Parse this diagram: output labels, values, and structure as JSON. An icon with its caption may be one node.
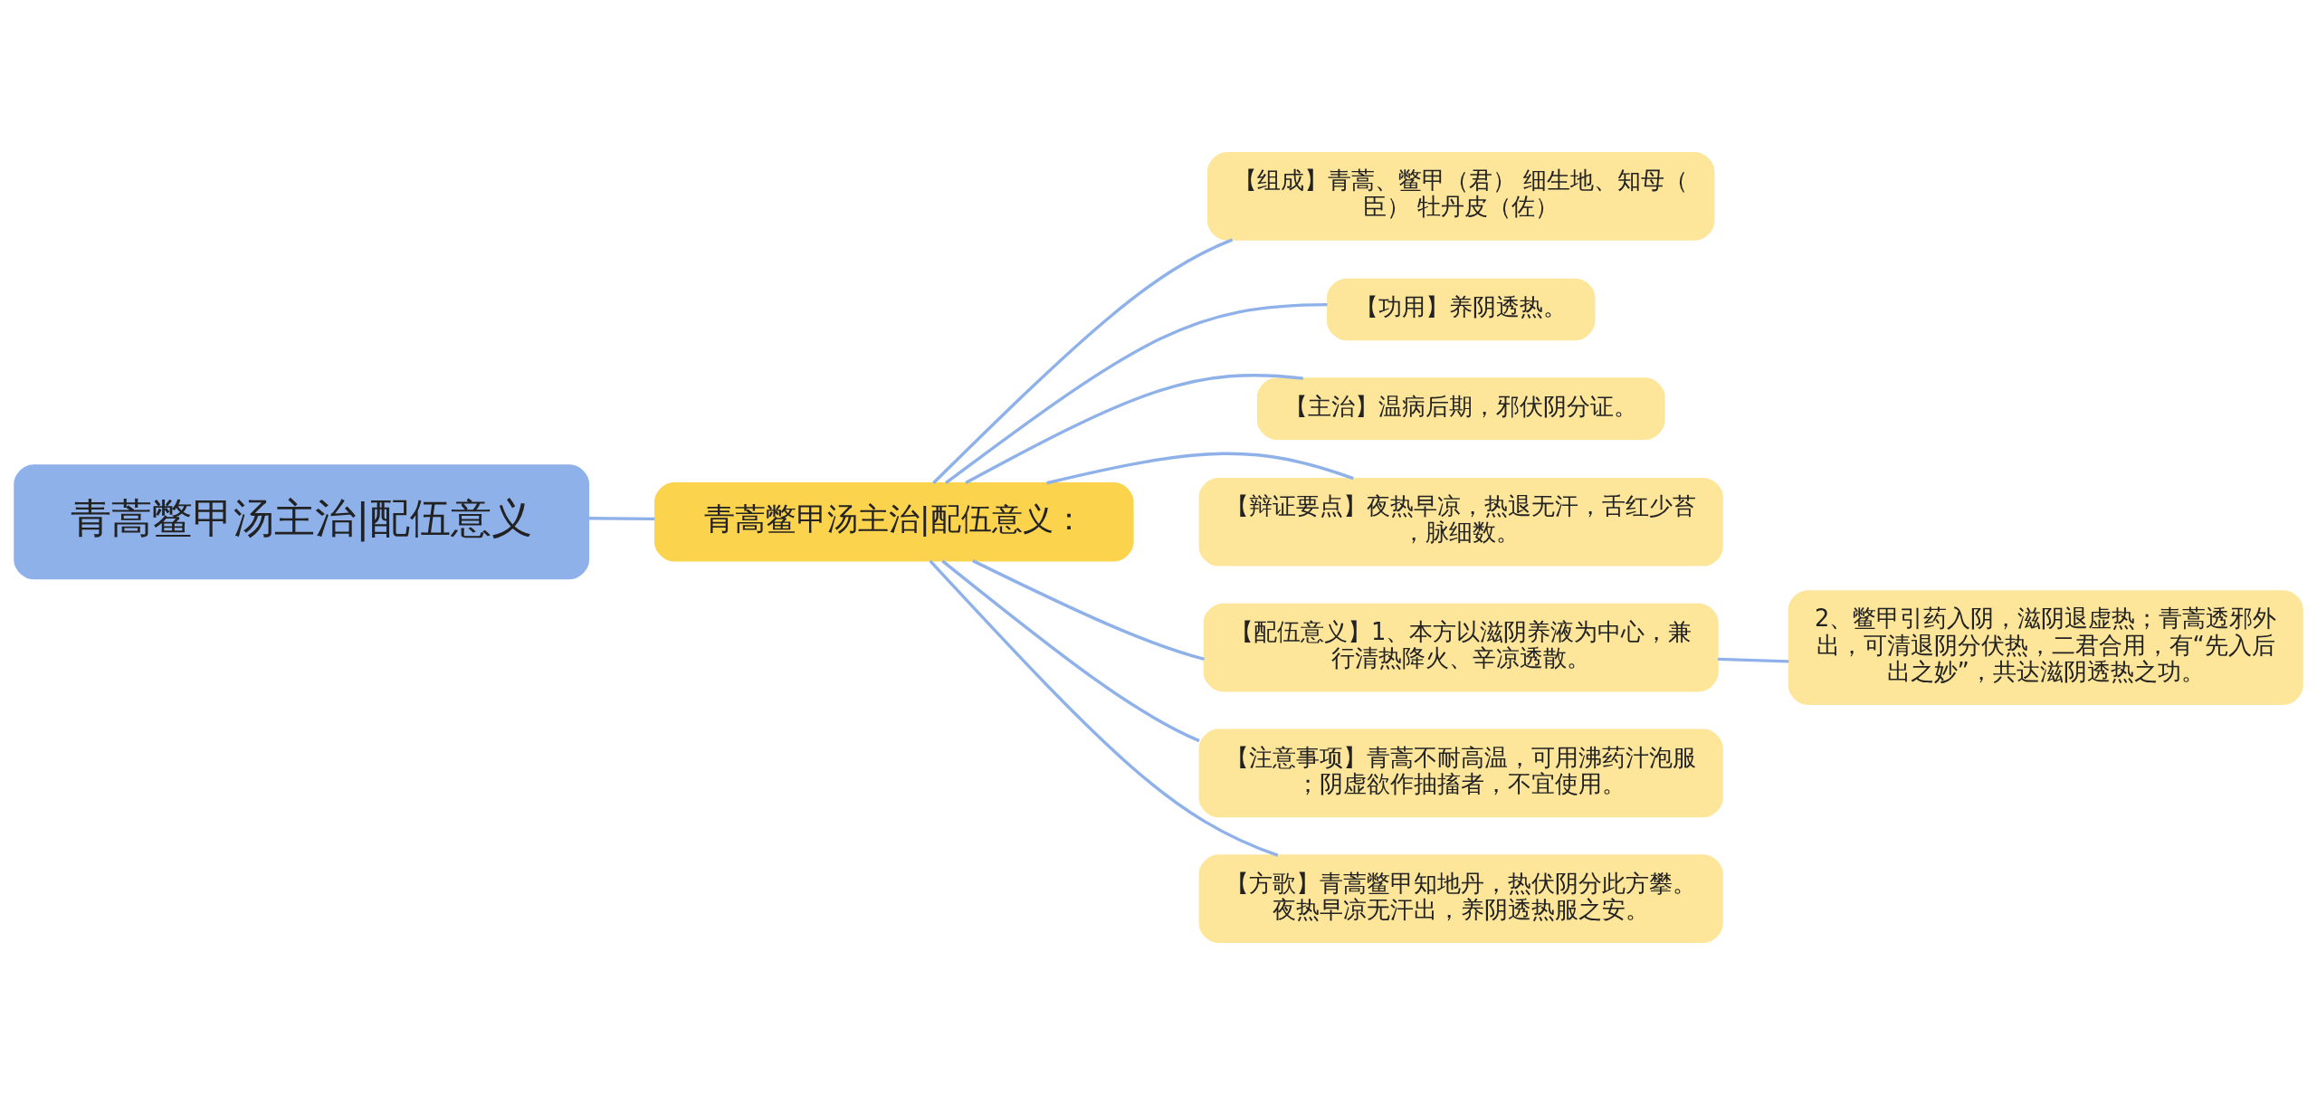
{
  "diagram": {
    "nodes": [
      {
        "text": [
          "青蒿鳖甲汤主治|配伍意义"
        ]
      },
      {
        "text": [
          "青蒿鳖甲汤主治|配伍意义："
        ]
      },
      {
        "text": [
          "【组成】青蒿、鳖甲（君） 细生地、知母（臣） 牡丹皮（佐）"
        ]
      },
      {
        "text": [
          "【功用】养阴透热。"
        ]
      },
      {
        "text": [
          "【主治】温病后期，邪伏阴分证。"
        ]
      },
      {
        "text": [
          "【辩证要点】夜热早凉，热退无汗，舌红少苔，脉细数。"
        ]
      },
      {
        "text": [
          "【配伍意义】1、本方以滋阴养液为中心，兼行清热降火、辛凉透散。"
        ]
      },
      {
        "text": [
          "2、鳖甲引药入阴，滋阴退虚热；青蒿透邪外出，可清退阴分伏热，二君合用，有“先入后出之妙”，共达滋阴透热之功。"
        ]
      },
      {
        "text": [
          "【注意事项】青蒿不耐高温，可用沸药汁泡服；阴虚欲作抽搐者，不宜使用。"
        ]
      },
      {
        "text": [
          "【方歌】青蒿鳖甲知地丹，热伏阴分此方攀。夜热早凉无汗出，养阴透热服之安。"
        ]
      }
    ],
    "edges": [
      {
        "from": 0,
        "to": 1,
        "arrow": "none"
      },
      {
        "from": 1,
        "to": 2,
        "arrow": "none"
      },
      {
        "from": 1,
        "to": 3,
        "arrow": "none"
      },
      {
        "from": 1,
        "to": 4,
        "arrow": "none"
      },
      {
        "from": 1,
        "to": 5,
        "arrow": "none"
      },
      {
        "from": 1,
        "to": 6,
        "arrow": "none"
      },
      {
        "from": 6,
        "to": 7,
        "arrow": "none"
      },
      {
        "from": 1,
        "to": 8,
        "arrow": "none"
      },
      {
        "from": 1,
        "to": 9,
        "arrow": "none"
      }
    ]
  }
}
